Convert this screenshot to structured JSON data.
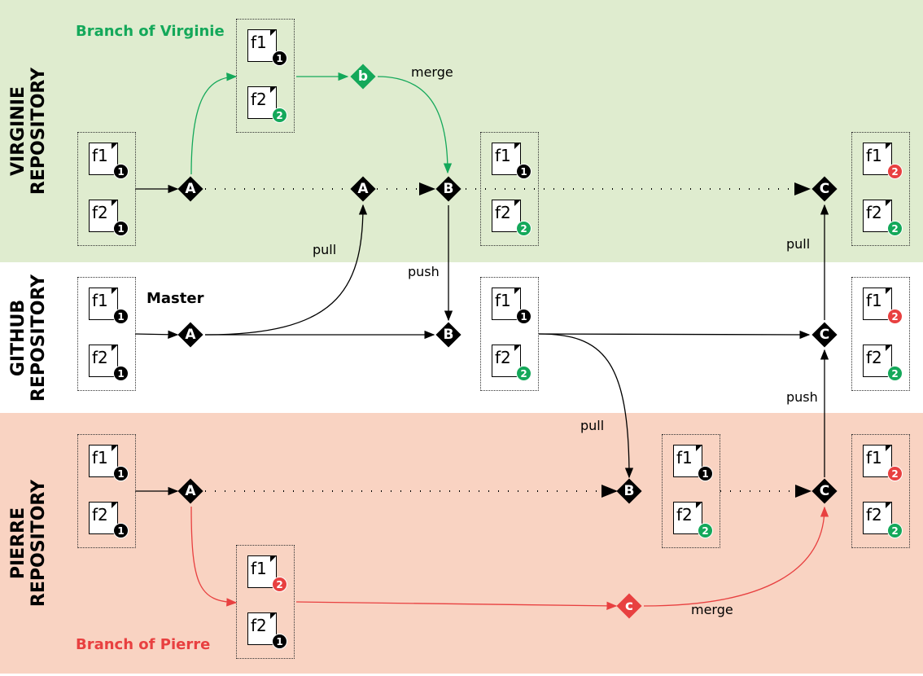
{
  "repos": {
    "virginie": "VIRGINIE REPOSITORY",
    "github": "GITHUB REPOSITORY",
    "pierre": "PIERRE REPOSITORY"
  },
  "branches": {
    "virginie_title": "Branch of Virginie",
    "pierre_title": "Branch of Pierre",
    "master_title": "Master"
  },
  "labels": {
    "merge_top": "merge",
    "pull_virginie": "pull",
    "push_github": "push",
    "pull_pierre": "pull",
    "pull_right": "pull",
    "push_right": "push",
    "merge_bottom": "merge"
  },
  "colors": {
    "green": "#14a85a",
    "red": "#e84040",
    "black": "#000000",
    "virginie_bg": "#dfeccf",
    "pierre_bg": "#f9d3c2"
  },
  "file_boxes": [
    {
      "id": "v0",
      "files": [
        {
          "name": "f1",
          "ver": "1"
        },
        {
          "name": "f2",
          "ver": "1"
        }
      ]
    },
    {
      "id": "vb",
      "files": [
        {
          "name": "f1",
          "ver": "1"
        },
        {
          "name": "f2",
          "ver": "2"
        }
      ]
    },
    {
      "id": "v1",
      "files": [
        {
          "name": "f1",
          "ver": "1"
        },
        {
          "name": "f2",
          "ver": "2"
        }
      ]
    },
    {
      "id": "v2",
      "files": [
        {
          "name": "f1",
          "ver": "2"
        },
        {
          "name": "f2",
          "ver": "2"
        }
      ]
    },
    {
      "id": "g0",
      "files": [
        {
          "name": "f1",
          "ver": "1"
        },
        {
          "name": "f2",
          "ver": "1"
        }
      ]
    },
    {
      "id": "g1",
      "files": [
        {
          "name": "f1",
          "ver": "1"
        },
        {
          "name": "f2",
          "ver": "2"
        }
      ]
    },
    {
      "id": "g2",
      "files": [
        {
          "name": "f1",
          "ver": "2"
        },
        {
          "name": "f2",
          "ver": "2"
        }
      ]
    },
    {
      "id": "p0",
      "files": [
        {
          "name": "f1",
          "ver": "1"
        },
        {
          "name": "f2",
          "ver": "1"
        }
      ]
    },
    {
      "id": "p1",
      "files": [
        {
          "name": "f1",
          "ver": "1"
        },
        {
          "name": "f2",
          "ver": "2"
        }
      ]
    },
    {
      "id": "p2",
      "files": [
        {
          "name": "f1",
          "ver": "2"
        },
        {
          "name": "f2",
          "ver": "2"
        }
      ]
    },
    {
      "id": "pb",
      "files": [
        {
          "name": "f1",
          "ver": "2"
        },
        {
          "name": "f2",
          "ver": "1"
        }
      ]
    }
  ],
  "commits": [
    {
      "id": "vA1",
      "label": "A",
      "color": "black"
    },
    {
      "id": "vA2",
      "label": "A",
      "color": "black"
    },
    {
      "id": "vb",
      "label": "b",
      "color": "green"
    },
    {
      "id": "vB",
      "label": "B",
      "color": "black"
    },
    {
      "id": "vC",
      "label": "C",
      "color": "black"
    },
    {
      "id": "gA",
      "label": "A",
      "color": "black"
    },
    {
      "id": "gB",
      "label": "B",
      "color": "black"
    },
    {
      "id": "gC",
      "label": "C",
      "color": "black"
    },
    {
      "id": "pA",
      "label": "A",
      "color": "black"
    },
    {
      "id": "pB",
      "label": "B",
      "color": "black"
    },
    {
      "id": "pC",
      "label": "C",
      "color": "black"
    },
    {
      "id": "pc",
      "label": "c",
      "color": "red"
    }
  ],
  "version_colors": {
    "1": "#000000",
    "2": "#14a85a",
    "red2": "#e84040"
  }
}
